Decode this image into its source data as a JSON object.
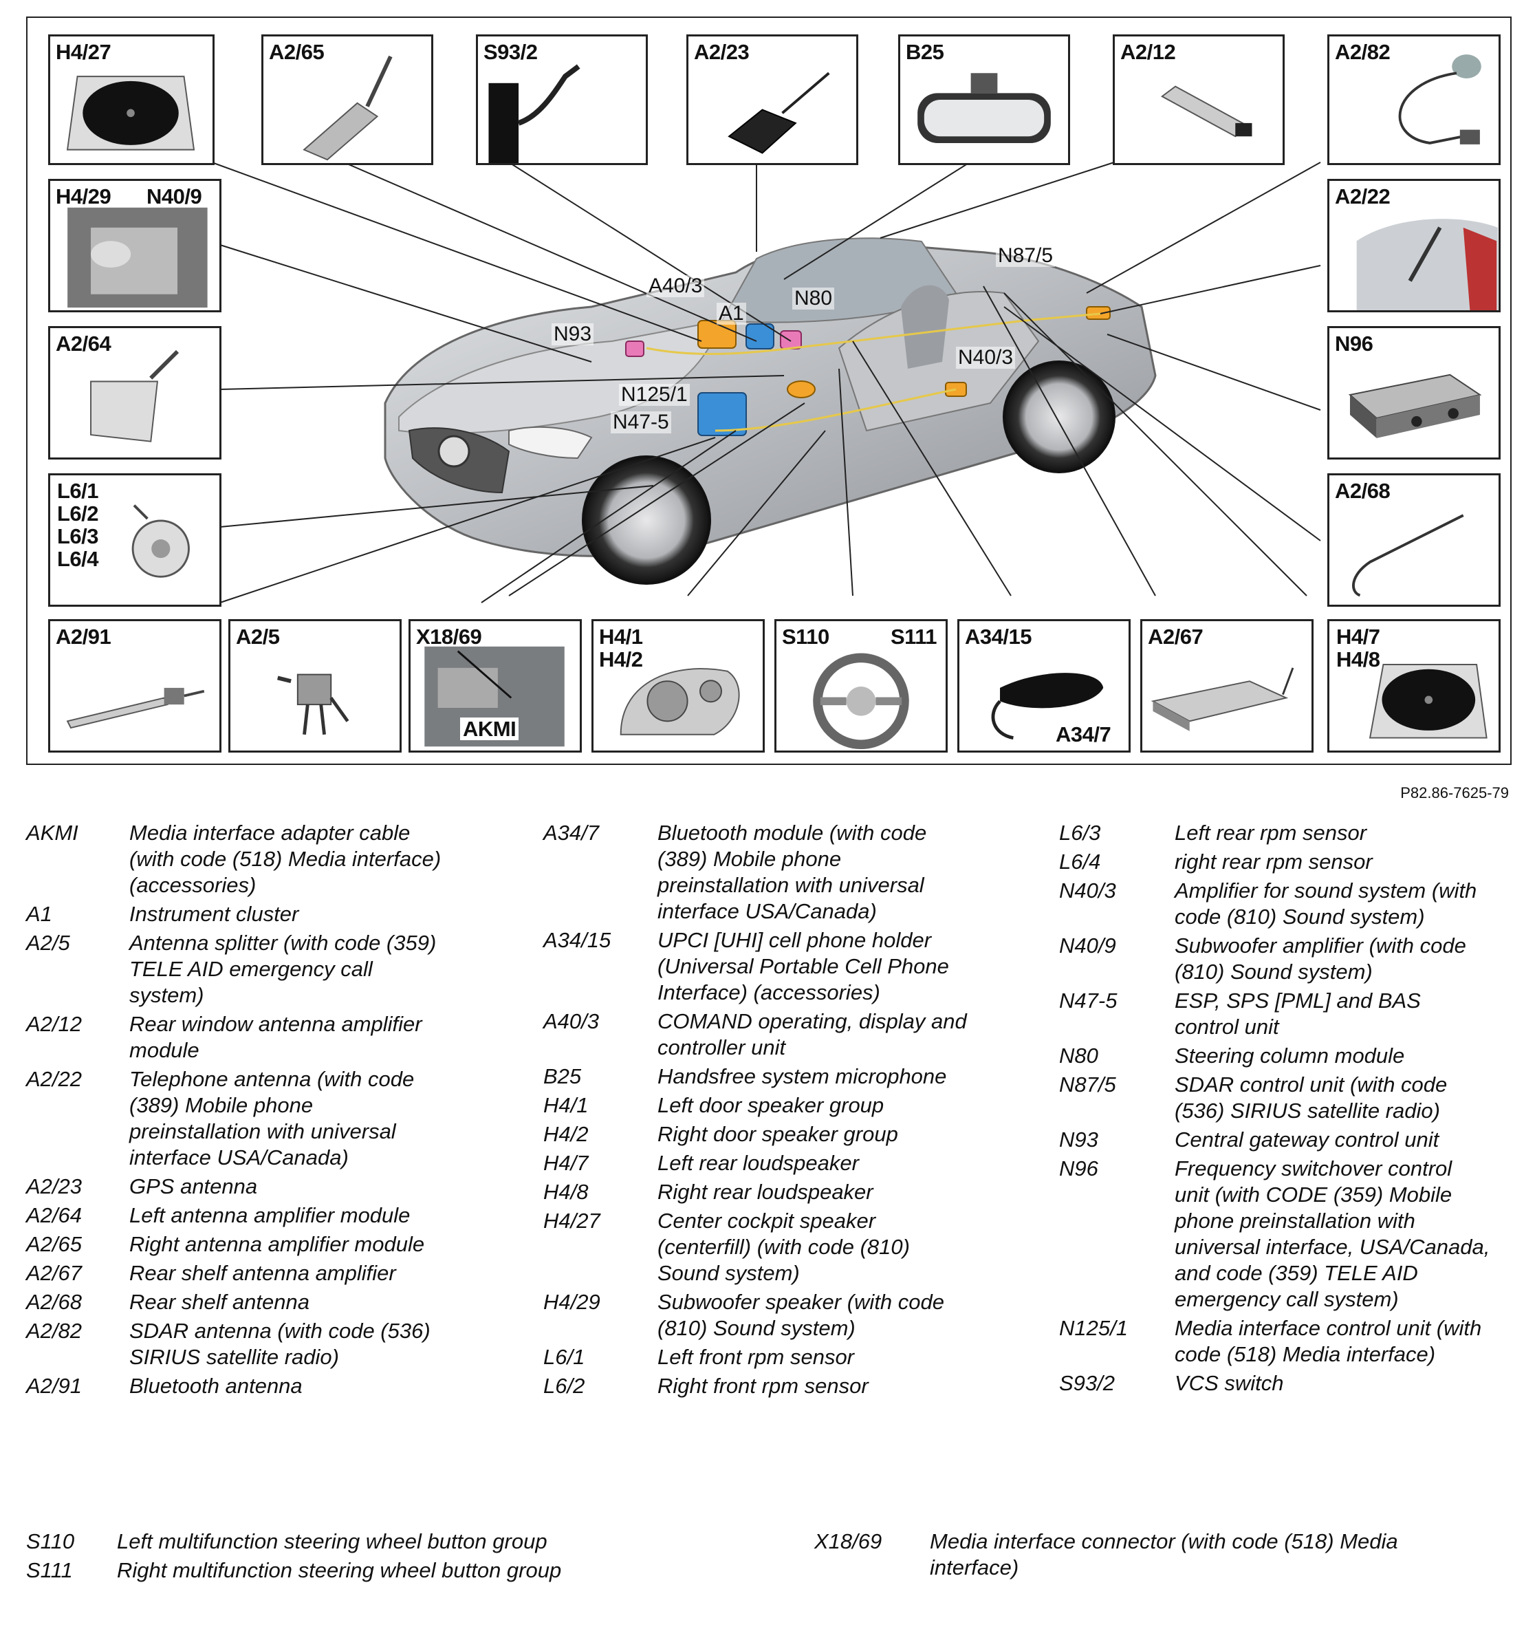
{
  "figure": {
    "doc_ref": "P82.86-7625-79",
    "boxes": {
      "h4_27": "H4/27",
      "a2_65": "A2/65",
      "s93_2": "S93/2",
      "a2_23": "A2/23",
      "b25": "B25",
      "a2_12": "A2/12",
      "a2_82": "A2/82",
      "h4_29_n40_9_a": "H4/29",
      "h4_29_n40_9_b": "N40/9",
      "a2_22": "A2/22",
      "a2_64": "A2/64",
      "n96": "N96",
      "l6": "L6/1\nL6/2\nL6/3\nL6/4",
      "a2_68": "A2/68",
      "a2_91": "A2/91",
      "a2_5": "A2/5",
      "x18_69": "X18/69",
      "akmi": "AKMI",
      "h4_1_2": "H4/1\nH4/2",
      "s110": "S110",
      "s111": "S111",
      "a34_15": "A34/15",
      "a34_7": "A34/7",
      "a2_67": "A2/67",
      "h4_7_8": "H4/7\nH4/8"
    },
    "callouts": {
      "a40_3": "A40/3",
      "a1": "A1",
      "n80": "N80",
      "n93": "N93",
      "n87_5": "N87/5",
      "n40_3": "N40/3",
      "n125_1": "N125/1",
      "n47_5": "N47-5"
    },
    "colors": {
      "highlight_orange": "#f2a52a",
      "highlight_blue": "#3b8fd6",
      "highlight_pink": "#e97ab8",
      "car_silver": "#c9ccd0"
    }
  },
  "legend": {
    "col1": [
      {
        "code": "AKMI",
        "text": "Media interface adapter cable\n(with code (518) Media interface)\n(accessories)"
      },
      {
        "code": "A1",
        "text": "Instrument cluster"
      },
      {
        "code": "A2/5",
        "text": "Antenna splitter (with code (359)\nTELE AID emergency call\nsystem)"
      },
      {
        "code": "A2/12",
        "text": "Rear window antenna amplifier\nmodule"
      },
      {
        "code": "A2/22",
        "text": "Telephone antenna (with code\n(389) Mobile phone\npreinstallation with universal\ninterface USA/Canada)"
      },
      {
        "code": "A2/23",
        "text": "GPS antenna"
      },
      {
        "code": "A2/64",
        "text": "Left antenna amplifier module"
      },
      {
        "code": "A2/65",
        "text": "Right antenna amplifier module"
      },
      {
        "code": "A2/67",
        "text": "Rear shelf antenna amplifier"
      },
      {
        "code": "A2/68",
        "text": "Rear shelf antenna"
      },
      {
        "code": "A2/82",
        "text": "SDAR antenna (with code (536)\nSIRIUS satellite radio)"
      },
      {
        "code": "A2/91",
        "text": "Bluetooth antenna"
      }
    ],
    "col2": [
      {
        "code": "A34/7",
        "text": "Bluetooth module (with code\n(389) Mobile phone\npreinstallation with universal\ninterface USA/Canada)"
      },
      {
        "code": "A34/15",
        "text": "UPCI [UHI] cell phone holder\n(Universal Portable Cell Phone\nInterface) (accessories)"
      },
      {
        "code": "A40/3",
        "text": "COMAND operating, display and\ncontroller unit"
      },
      {
        "code": "B25",
        "text": "Handsfree system microphone"
      },
      {
        "code": "H4/1",
        "text": "Left door speaker group"
      },
      {
        "code": "H4/2",
        "text": "Right door speaker group"
      },
      {
        "code": "H4/7",
        "text": "Left rear loudspeaker"
      },
      {
        "code": "H4/8",
        "text": "Right rear loudspeaker"
      },
      {
        "code": "H4/27",
        "text": "Center cockpit speaker\n(centerfill) (with code (810)\nSound system)"
      },
      {
        "code": "H4/29",
        "text": "Subwoofer speaker (with code\n(810) Sound system)"
      },
      {
        "code": "L6/1",
        "text": "Left front rpm sensor"
      },
      {
        "code": "L6/2",
        "text": "Right front rpm sensor"
      }
    ],
    "col3": [
      {
        "code": "L6/3",
        "text": "Left rear rpm sensor"
      },
      {
        "code": "L6/4",
        "text": "right rear rpm sensor"
      },
      {
        "code": "N40/3",
        "text": "Amplifier for sound system (with\ncode (810) Sound system)"
      },
      {
        "code": "N40/9",
        "text": "Subwoofer amplifier (with code\n(810) Sound system)"
      },
      {
        "code": "N47-5",
        "text": "ESP, SPS [PML] and BAS\ncontrol unit"
      },
      {
        "code": "N80",
        "text": "Steering column module"
      },
      {
        "code": "N87/5",
        "text": "SDAR control unit (with code\n(536) SIRIUS satellite radio)"
      },
      {
        "code": "N93",
        "text": "Central gateway control unit"
      },
      {
        "code": "N96",
        "text": "Frequency switchover control\nunit (with CODE (359) Mobile\nphone preinstallation with\nuniversal interface, USA/Canada,\nand code (359) TELE AID\nemergency call system)"
      },
      {
        "code": "N125/1",
        "text": "Media interface control unit (with\ncode (518) Media interface)"
      },
      {
        "code": "S93/2",
        "text": "VCS switch"
      }
    ],
    "bottom_left": [
      {
        "code": "S110",
        "text": "Left multifunction steering wheel button group"
      },
      {
        "code": "S111",
        "text": "Right multifunction steering wheel button group"
      }
    ],
    "bottom_right": [
      {
        "code": "X18/69",
        "text": "Media interface connector (with code (518) Media\ninterface)"
      }
    ]
  }
}
